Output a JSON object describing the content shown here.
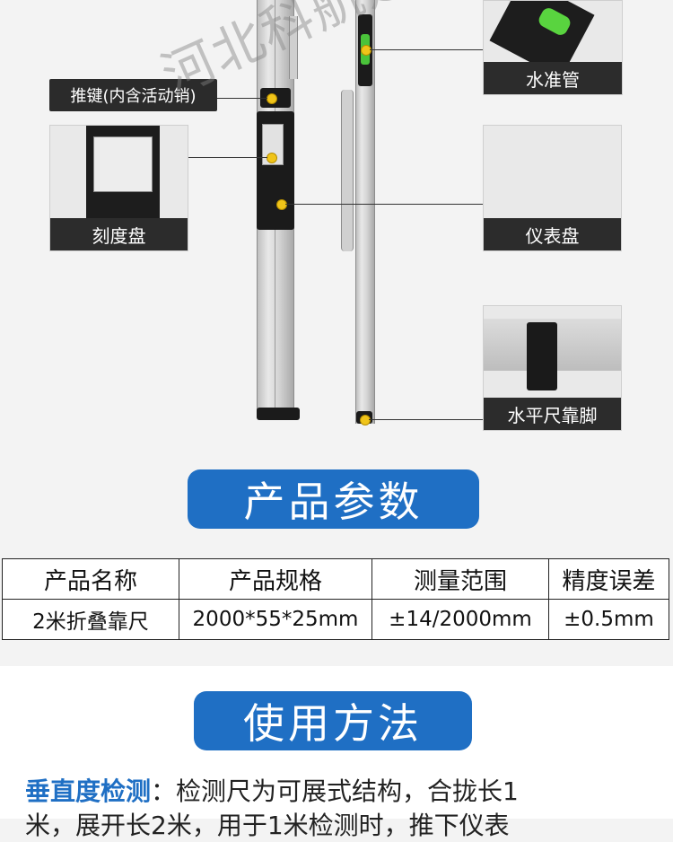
{
  "callouts": {
    "push_key": "推键(内含活动销)",
    "level_tube": "水准管",
    "scale_dial": "刻度盘",
    "instrument_dial": "仪表盘",
    "level_foot": "水平尺靠脚"
  },
  "watermark": "河北科航建筑仪器",
  "params": {
    "title": "产品参数",
    "headers": [
      "产品名称",
      "产品规格",
      "测量范围",
      "精度误差"
    ],
    "row": [
      "2米折叠靠尺",
      "2000*55*25mm",
      "±14/2000mm",
      "±0.5mm"
    ]
  },
  "usage": {
    "title": "使用方法",
    "label": "垂直度检测",
    "text": "：检测尺为可展式结构，合拢长1",
    "line2": "米，展开长2米，用于1米检测时，推下仪表"
  },
  "colors": {
    "accent": "#1f6fc4",
    "dark_caption": "#2c2c2c"
  }
}
